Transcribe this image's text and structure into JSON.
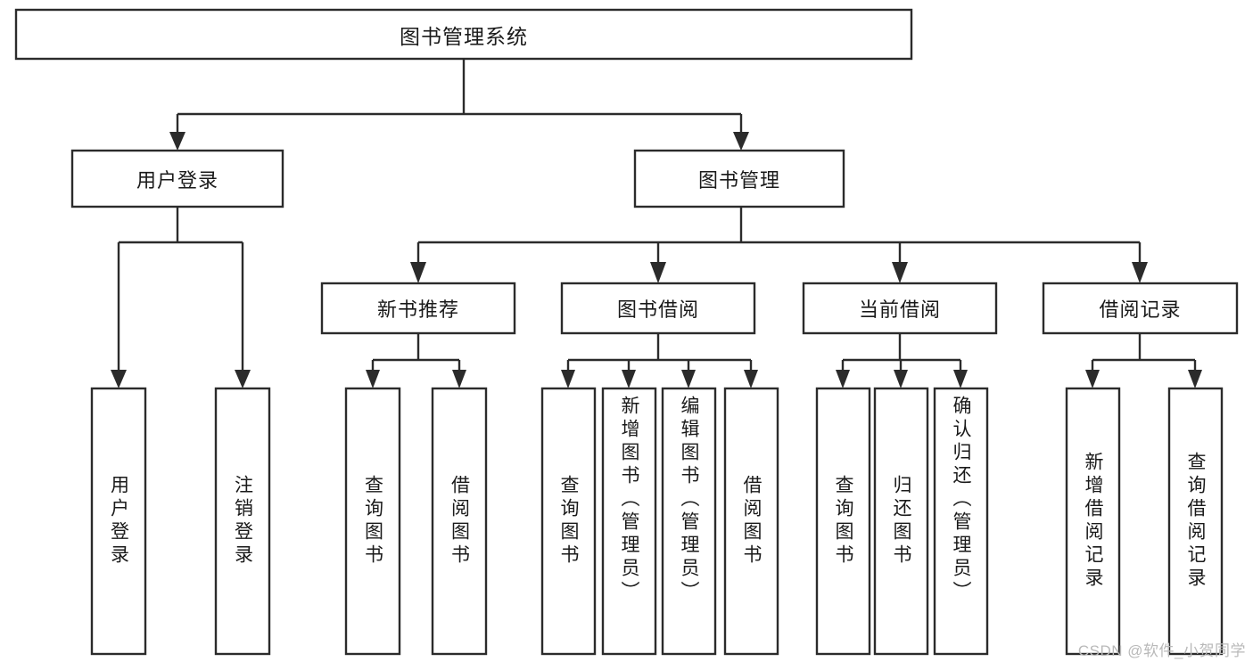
{
  "diagram": {
    "title": "图书管理系统",
    "type": "tree",
    "orientation": "top-down",
    "watermark": "CSDN @软件_小贺同学",
    "colors": {
      "box_stroke": "#2b2b2b",
      "box_fill": "#ffffff",
      "connector": "#2b2b2b",
      "text": "#1a1a1a",
      "watermark": "#b9b9b9",
      "background": "#ffffff"
    },
    "levels": {
      "root": {
        "label": "图书管理系统"
      },
      "level2": [
        {
          "label": "用户登录"
        },
        {
          "label": "图书管理"
        }
      ],
      "level3": [
        {
          "label": "新书推荐",
          "parent": "图书管理"
        },
        {
          "label": "图书借阅",
          "parent": "图书管理"
        },
        {
          "label": "当前借阅",
          "parent": "图书管理"
        },
        {
          "label": "借阅记录",
          "parent": "图书管理"
        }
      ],
      "leaves": [
        {
          "label": "用户登录",
          "parent": "用户登录"
        },
        {
          "label": "注销登录",
          "parent": "用户登录"
        },
        {
          "label": "查询图书",
          "parent": "新书推荐"
        },
        {
          "label": "借阅图书",
          "parent": "新书推荐"
        },
        {
          "label": "查询图书",
          "parent": "图书借阅"
        },
        {
          "label": "新增图书（管理员）",
          "parent": "图书借阅"
        },
        {
          "label": "编辑图书（管理员）",
          "parent": "图书借阅"
        },
        {
          "label": "借阅图书",
          "parent": "图书借阅"
        },
        {
          "label": "查询图书",
          "parent": "当前借阅"
        },
        {
          "label": "归还图书",
          "parent": "当前借阅"
        },
        {
          "label": "确认归还（管理员）",
          "parent": "当前借阅"
        },
        {
          "label": "新增借阅记录",
          "parent": "借阅记录"
        },
        {
          "label": "查询借阅记录",
          "parent": "借阅记录"
        }
      ]
    }
  }
}
